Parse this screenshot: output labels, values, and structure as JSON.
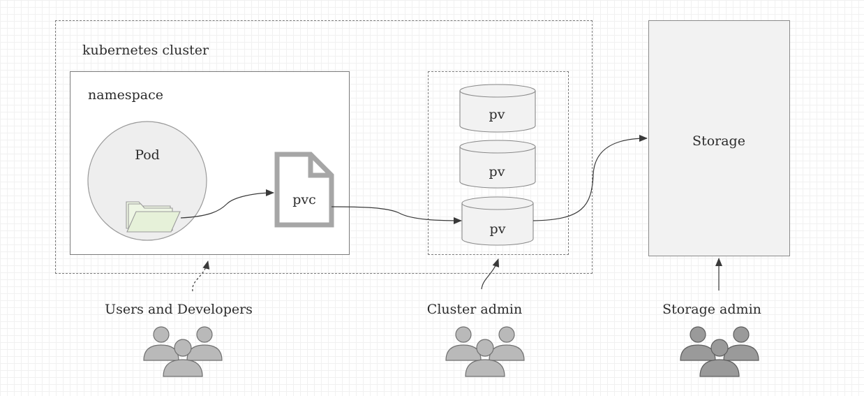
{
  "cluster": {
    "label": "kubernetes cluster"
  },
  "namespace": {
    "label": "namespace"
  },
  "pod": {
    "label": "Pod"
  },
  "pvc": {
    "label": "pvc"
  },
  "pvs": [
    {
      "label": "pv"
    },
    {
      "label": "pv"
    },
    {
      "label": "pv"
    }
  ],
  "storage": {
    "label": "Storage"
  },
  "actors": [
    {
      "label": "Users and Developers",
      "color": "#b9b9b9"
    },
    {
      "label": "Cluster admin",
      "color": "#b9b9b9"
    },
    {
      "label": "Storage admin",
      "color": "#9a9a9a"
    }
  ],
  "colors": {
    "line": "#3a3a3a",
    "pod_fill": "#eeeeee",
    "folder_fill": "#eef6e4",
    "pvc_stroke": "#a6a6a6",
    "storage_fill": "#f2f2f2"
  }
}
